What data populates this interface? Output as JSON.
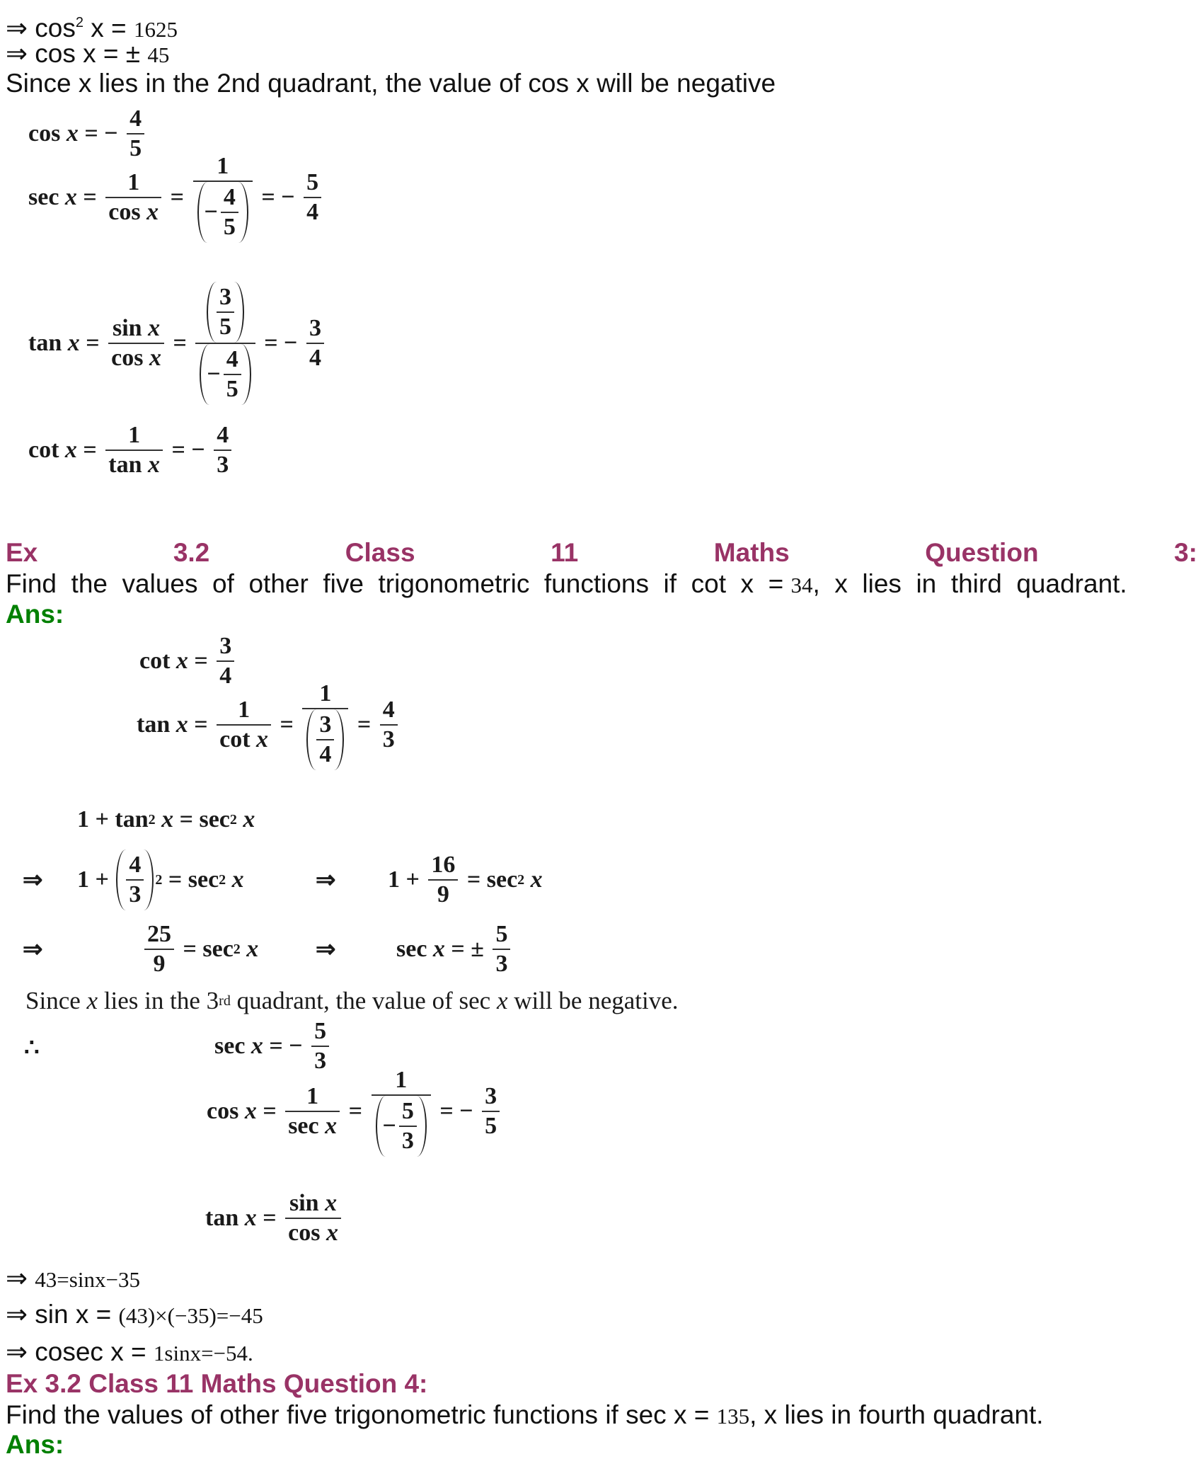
{
  "colors": {
    "heading": "#993366",
    "answer": "#008000"
  },
  "q2_tail": {
    "line1": {
      "pre": "⇒ cos",
      "sup": "2",
      "post": " x = ",
      "val": "1625"
    },
    "line2": {
      "pre": "⇒ cos x = ± ",
      "val": "45"
    },
    "line3": "Since x lies in the 2nd quadrant, the value of cos x will be negative",
    "math": {
      "m1": [
        "cos ",
        {
          "i": "x"
        },
        " = − ",
        {
          "f": [
            [
              "4"
            ],
            [
              "5"
            ]
          ]
        }
      ],
      "m2": [
        "sec ",
        {
          "i": "x"
        },
        " = ",
        {
          "f": [
            [
              "1"
            ],
            [
              "cos ",
              {
                "i": "x"
              }
            ]
          ]
        },
        " = ",
        {
          "f": [
            [
              "1"
            ],
            [
              {
                "p": [
                  "−",
                  {
                    "f": [
                      [
                        "4"
                      ],
                      [
                        "5"
                      ]
                    ]
                  }
                ]
              }
            ]
          ]
        },
        " = − ",
        {
          "f": [
            [
              "5"
            ],
            [
              "4"
            ]
          ]
        }
      ],
      "m3": [
        "tan ",
        {
          "i": "x"
        },
        " = ",
        {
          "f": [
            [
              "sin ",
              {
                "i": "x"
              }
            ],
            [
              "cos ",
              {
                "i": "x"
              }
            ]
          ]
        },
        " = ",
        {
          "f": [
            [
              {
                "p": [
                  {
                    "f": [
                      [
                        "3"
                      ],
                      [
                        "5"
                      ]
                    ]
                  }
                ]
              }
            ],
            [
              {
                "p": [
                  "−",
                  {
                    "f": [
                      [
                        "4"
                      ],
                      [
                        "5"
                      ]
                    ]
                  }
                ]
              }
            ]
          ]
        },
        " = − ",
        {
          "f": [
            [
              "3"
            ],
            [
              "4"
            ]
          ]
        }
      ],
      "m4": [
        "cot ",
        {
          "i": "x"
        },
        " = ",
        {
          "f": [
            [
              "1"
            ],
            [
              "tan ",
              {
                "i": "x"
              }
            ]
          ]
        },
        " = − ",
        {
          "f": [
            [
              "4"
            ],
            [
              "3"
            ]
          ]
        }
      ]
    }
  },
  "q3": {
    "heading_words": [
      "Ex",
      "3.2",
      "Class",
      "11",
      "Maths",
      "Question",
      "3:"
    ],
    "question": {
      "pre": "Find  the  values  of  other  five  trigonometric  functions  if  cot  x  = ",
      "val": "34",
      ", ": "",
      "post": ",  x  lies  in  third  quadrant."
    },
    "ans_label": "Ans:",
    "math": {
      "m5": [
        "cot ",
        {
          "i": "x"
        },
        " = ",
        {
          "f": [
            [
              "3"
            ],
            [
              "4"
            ]
          ]
        }
      ],
      "m6": [
        "tan ",
        {
          "i": "x"
        },
        " = ",
        {
          "f": [
            [
              "1"
            ],
            [
              "cot ",
              {
                "i": "x"
              }
            ]
          ]
        },
        " = ",
        {
          "f": [
            [
              "1"
            ],
            [
              {
                "p": [
                  {
                    "f": [
                      [
                        "3"
                      ],
                      [
                        "4"
                      ]
                    ]
                  }
                ]
              }
            ]
          ]
        },
        " = ",
        {
          "f": [
            [
              "4"
            ],
            [
              "3"
            ]
          ]
        }
      ],
      "m7": [
        "1 + tan",
        {
          "s": "2"
        },
        " ",
        {
          "i": "x"
        },
        " = sec",
        {
          "s": "2"
        },
        " ",
        {
          "i": "x"
        }
      ],
      "m8a": [
        "⇒"
      ],
      "m8b": [
        "1 + ",
        {
          "p": [
            {
              "f": [
                [
                  "4"
                ],
                [
                  "3"
                ]
              ]
            }
          ]
        },
        {
          "s": "2"
        },
        " = sec",
        {
          "s": "2"
        },
        " ",
        {
          "i": "x"
        }
      ],
      "m8c": [
        "⇒"
      ],
      "m8d": [
        "1 + ",
        {
          "f": [
            [
              "16"
            ],
            [
              "9"
            ]
          ]
        },
        " = sec",
        {
          "s": "2"
        },
        " ",
        {
          "i": "x"
        }
      ],
      "m9a": [
        "⇒"
      ],
      "m9b": [
        {
          "f": [
            [
              "25"
            ],
            [
              "9"
            ]
          ]
        },
        " = sec",
        {
          "s": "2"
        },
        " ",
        {
          "i": "x"
        }
      ],
      "m9c": [
        "⇒"
      ],
      "m9d": [
        "sec ",
        {
          "i": "x"
        },
        " = ± ",
        {
          "f": [
            [
              "5"
            ],
            [
              "3"
            ]
          ]
        }
      ],
      "since": [
        "Since ",
        {
          "i": "x"
        },
        " lies in the 3",
        {
          "s": "rd"
        },
        " quadrant, the value of sec ",
        {
          "i": "x"
        },
        " will be negative."
      ],
      "therefore": [
        "∴"
      ],
      "m10": [
        "sec ",
        {
          "i": "x"
        },
        " = − ",
        {
          "f": [
            [
              "5"
            ],
            [
              "3"
            ]
          ]
        }
      ],
      "m11": [
        "cos ",
        {
          "i": "x"
        },
        " = ",
        {
          "f": [
            [
              "1"
            ],
            [
              "sec ",
              {
                "i": "x"
              }
            ]
          ]
        },
        " = ",
        {
          "f": [
            [
              "1"
            ],
            [
              {
                "p": [
                  "−",
                  {
                    "f": [
                      [
                        "5"
                      ],
                      [
                        "3"
                      ]
                    ]
                  }
                ]
              }
            ]
          ]
        },
        " = − ",
        {
          "f": [
            [
              "3"
            ],
            [
              "5"
            ]
          ]
        }
      ],
      "m12": [
        "tan ",
        {
          "i": "x"
        },
        " = ",
        {
          "f": [
            [
              "sin ",
              {
                "i": "x"
              }
            ],
            [
              "cos ",
              {
                "i": "x"
              }
            ]
          ]
        }
      ]
    },
    "line_a": {
      "pre": "⇒ ",
      "val": "43=sinx−35"
    },
    "line_b": {
      "pre": "⇒ sin x = ",
      "val": "(43)×(−35)=−45"
    },
    "line_c": {
      "pre": "⇒ cosec x = ",
      "val": "1sinx=−54."
    }
  },
  "q4": {
    "heading": "Ex 3.2 Class 11 Maths Question 4:",
    "question": {
      "pre": "Find the values of other five trigonometric functions if sec x = ",
      "val": "135",
      "post": ", x lies in fourth quadrant."
    },
    "ans_label": "Ans:"
  }
}
